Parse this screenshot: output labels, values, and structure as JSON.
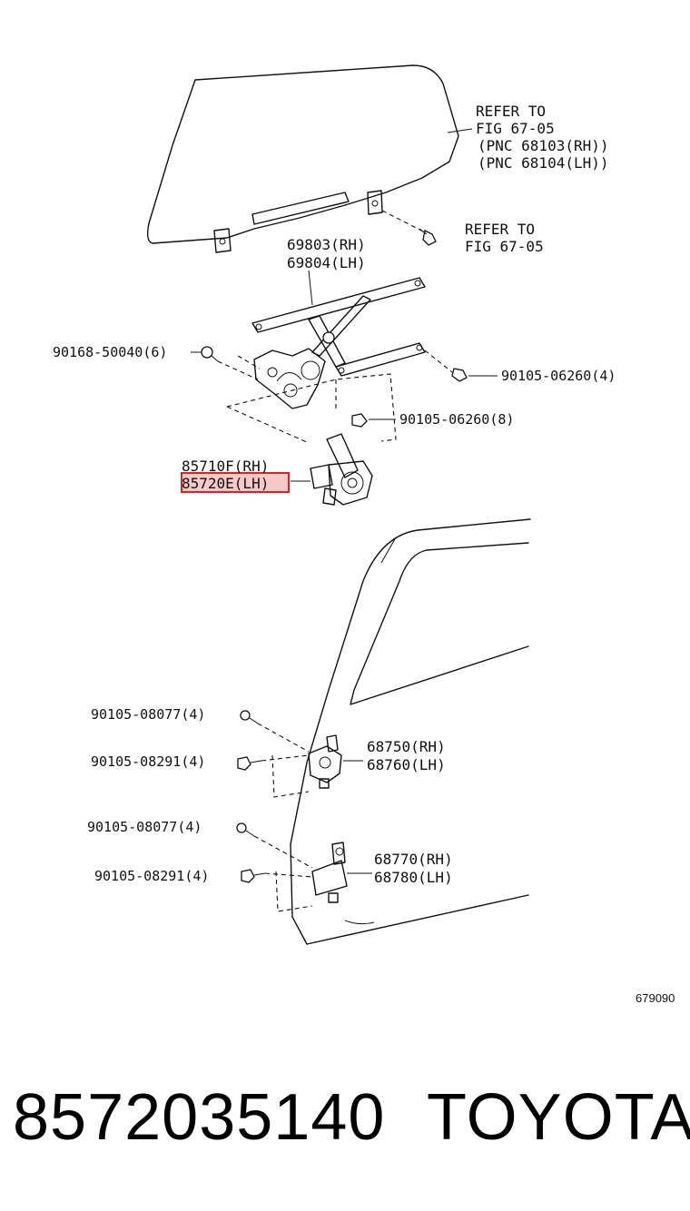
{
  "diagram": {
    "refer_glass": [
      "REFER TO",
      "FIG 67-05",
      "(PNC 68103(RH))",
      "(PNC 68104(LH))"
    ],
    "refer_bolt": [
      "REFER TO",
      "FIG 67-05"
    ],
    "regulator": [
      "69803(RH)",
      "69804(LH)"
    ],
    "screw_left": "90168-50040(6)",
    "bolt_right": "90105-06260(4)",
    "bolt_lower": "90105-06260(8)",
    "motor": [
      "85710F(RH)",
      "85720E(LH)"
    ],
    "upper_hinge_bolt_a": "90105-08077(4)",
    "upper_hinge_bolt_b": "90105-08291(4)",
    "upper_hinge": [
      "68750(RH)",
      "68760(LH)"
    ],
    "lower_hinge_bolt_a": "90105-08077(4)",
    "lower_hinge_bolt_b": "90105-08291(4)",
    "lower_hinge": [
      "68770(RH)",
      "68780(LH)"
    ],
    "figure_code": "679090"
  },
  "footer": {
    "part_number": "8572035140",
    "brand": "TOYOTA"
  },
  "highlight_color": "#d22222"
}
